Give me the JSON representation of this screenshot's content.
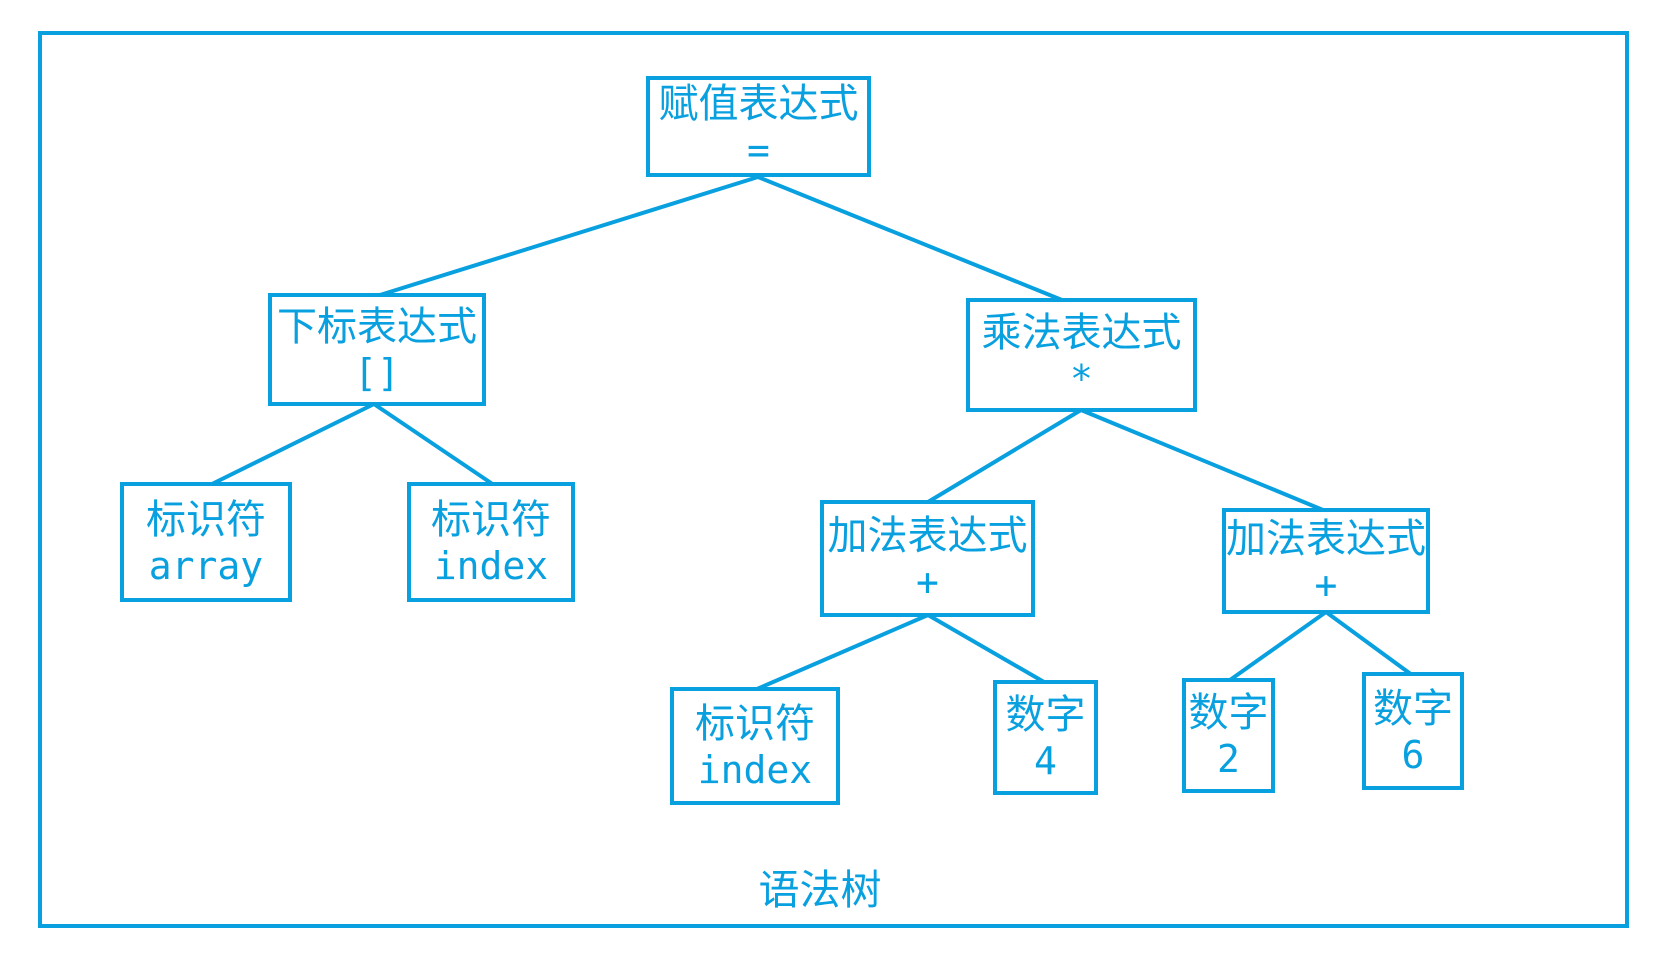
{
  "caption": "语法树",
  "colors": {
    "accent": "#09a0e0",
    "background": "#ffffff"
  },
  "tree": {
    "nodes": [
      {
        "id": "assignment-expr",
        "label": "赋值表达式",
        "value": "="
      },
      {
        "id": "subscript-expr",
        "label": "下标表达式",
        "value": "[]"
      },
      {
        "id": "multiplication-expr",
        "label": "乘法表达式",
        "value": "*"
      },
      {
        "id": "identifier-array",
        "label": "标识符",
        "value": "array"
      },
      {
        "id": "identifier-index",
        "label": "标识符",
        "value": "index"
      },
      {
        "id": "addition-expr-left",
        "label": "加法表达式",
        "value": "+"
      },
      {
        "id": "addition-expr-right",
        "label": "加法表达式",
        "value": "+"
      },
      {
        "id": "identifier-index-2",
        "label": "标识符",
        "value": "index"
      },
      {
        "id": "number-4",
        "label": "数字",
        "value": "4"
      },
      {
        "id": "number-2",
        "label": "数字",
        "value": "2"
      },
      {
        "id": "number-6",
        "label": "数字",
        "value": "6"
      }
    ],
    "edges": [
      [
        "assignment-expr",
        "subscript-expr"
      ],
      [
        "assignment-expr",
        "multiplication-expr"
      ],
      [
        "subscript-expr",
        "identifier-array"
      ],
      [
        "subscript-expr",
        "identifier-index"
      ],
      [
        "multiplication-expr",
        "addition-expr-left"
      ],
      [
        "multiplication-expr",
        "addition-expr-right"
      ],
      [
        "addition-expr-left",
        "identifier-index-2"
      ],
      [
        "addition-expr-left",
        "number-4"
      ],
      [
        "addition-expr-right",
        "number-2"
      ],
      [
        "addition-expr-right",
        "number-6"
      ]
    ]
  }
}
